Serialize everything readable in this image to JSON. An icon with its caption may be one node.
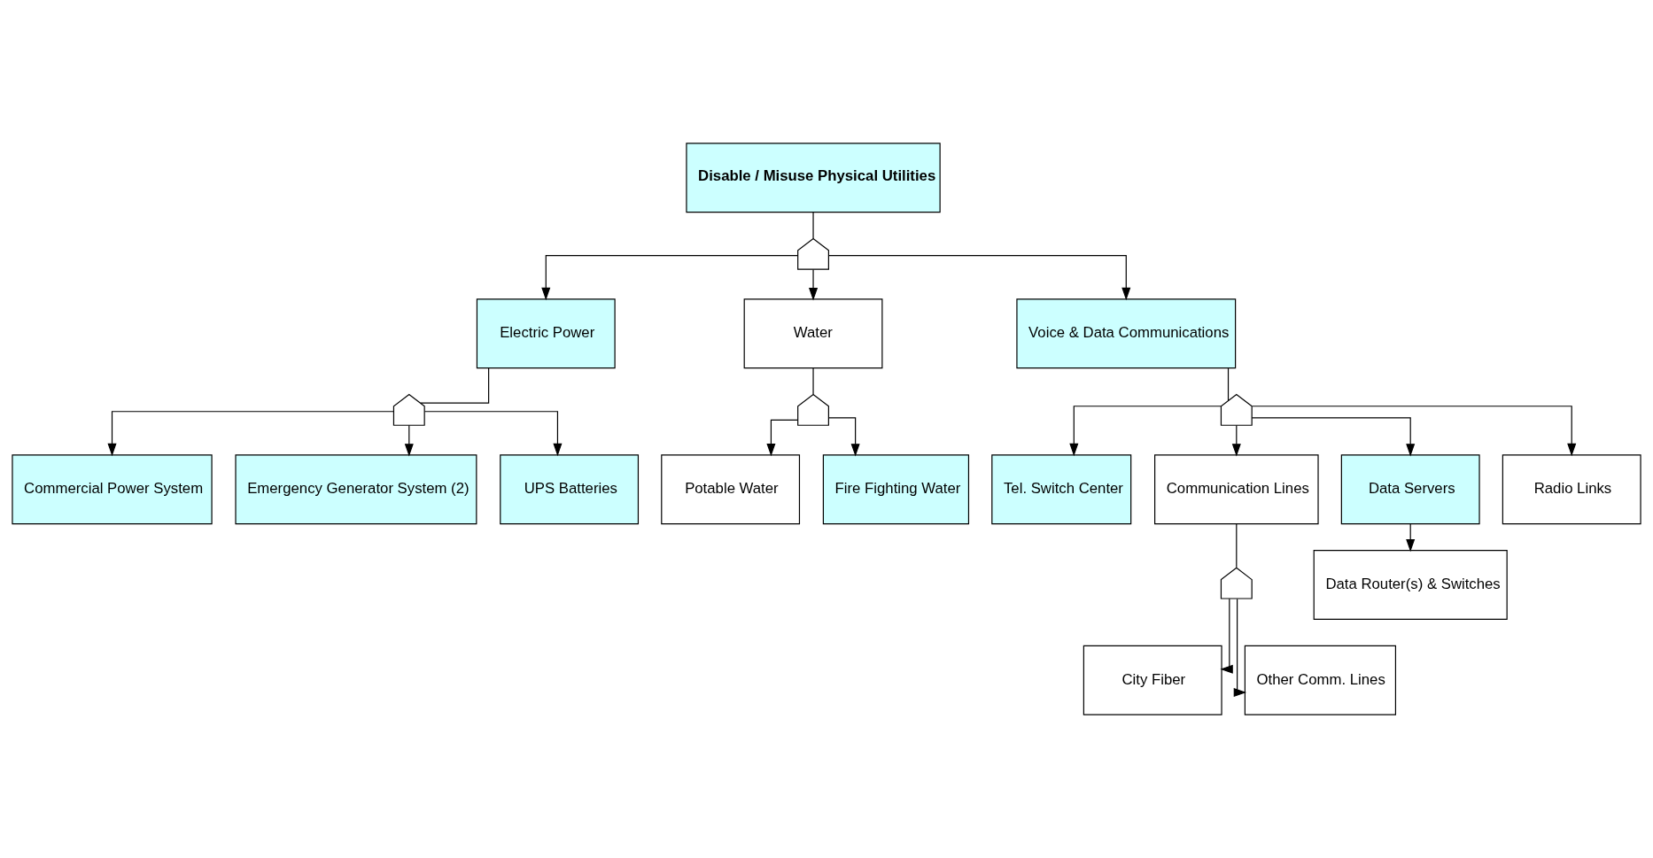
{
  "diagram": {
    "nodes": [
      {
        "text": [
          "Disable / Misuse Physical Utilities"
        ]
      },
      {
        "text": [],
        "shape": "gate"
      },
      {
        "text": [
          "Electric Power"
        ]
      },
      {
        "text": [
          "Water"
        ]
      },
      {
        "text": [
          "Voice & Data Communications"
        ]
      },
      {
        "text": [],
        "shape": "gate"
      },
      {
        "text": [],
        "shape": "gate"
      },
      {
        "text": [],
        "shape": "gate"
      },
      {
        "text": [
          "Commercial Power System"
        ]
      },
      {
        "text": [
          "Emergency Generator System (2)"
        ]
      },
      {
        "text": [
          "UPS Batteries"
        ]
      },
      {
        "text": [
          "Potable Water"
        ]
      },
      {
        "text": [
          "Fire Fighting Water"
        ]
      },
      {
        "text": [
          "Tel. Switch Center"
        ]
      },
      {
        "text": [
          "Communication Lines"
        ]
      },
      {
        "text": [
          "Data Servers"
        ]
      },
      {
        "text": [
          "Radio Links"
        ]
      },
      {
        "text": [],
        "shape": "gate"
      },
      {
        "text": [
          "City Fiber"
        ]
      },
      {
        "text": [
          "Other Comm. Lines"
        ]
      },
      {
        "text": [
          "Data Router(s) & Switches"
        ]
      }
    ],
    "edges": [
      {
        "from": 0,
        "to": 1,
        "arrow": "none"
      },
      {
        "from": 1,
        "to": 2,
        "arrow": "to"
      },
      {
        "from": 1,
        "to": 3,
        "arrow": "to"
      },
      {
        "from": 1,
        "to": 4,
        "arrow": "to"
      },
      {
        "from": 2,
        "to": 5,
        "arrow": "none"
      },
      {
        "from": 3,
        "to": 6,
        "arrow": "none"
      },
      {
        "from": 4,
        "to": 7,
        "arrow": "none"
      },
      {
        "from": 5,
        "to": 8,
        "arrow": "to"
      },
      {
        "from": 5,
        "to": 9,
        "arrow": "to"
      },
      {
        "from": 5,
        "to": 10,
        "arrow": "to"
      },
      {
        "from": 6,
        "to": 11,
        "arrow": "to"
      },
      {
        "from": 6,
        "to": 12,
        "arrow": "to"
      },
      {
        "from": 7,
        "to": 13,
        "arrow": "to"
      },
      {
        "from": 7,
        "to": 14,
        "arrow": "to"
      },
      {
        "from": 7,
        "to": 15,
        "arrow": "to"
      },
      {
        "from": 7,
        "to": 16,
        "arrow": "to"
      },
      {
        "from": 14,
        "to": 17,
        "arrow": "none"
      },
      {
        "from": 17,
        "to": 18,
        "arrow": "to"
      },
      {
        "from": 17,
        "to": 19,
        "arrow": "to"
      },
      {
        "from": 15,
        "to": 20,
        "arrow": "to"
      }
    ]
  }
}
